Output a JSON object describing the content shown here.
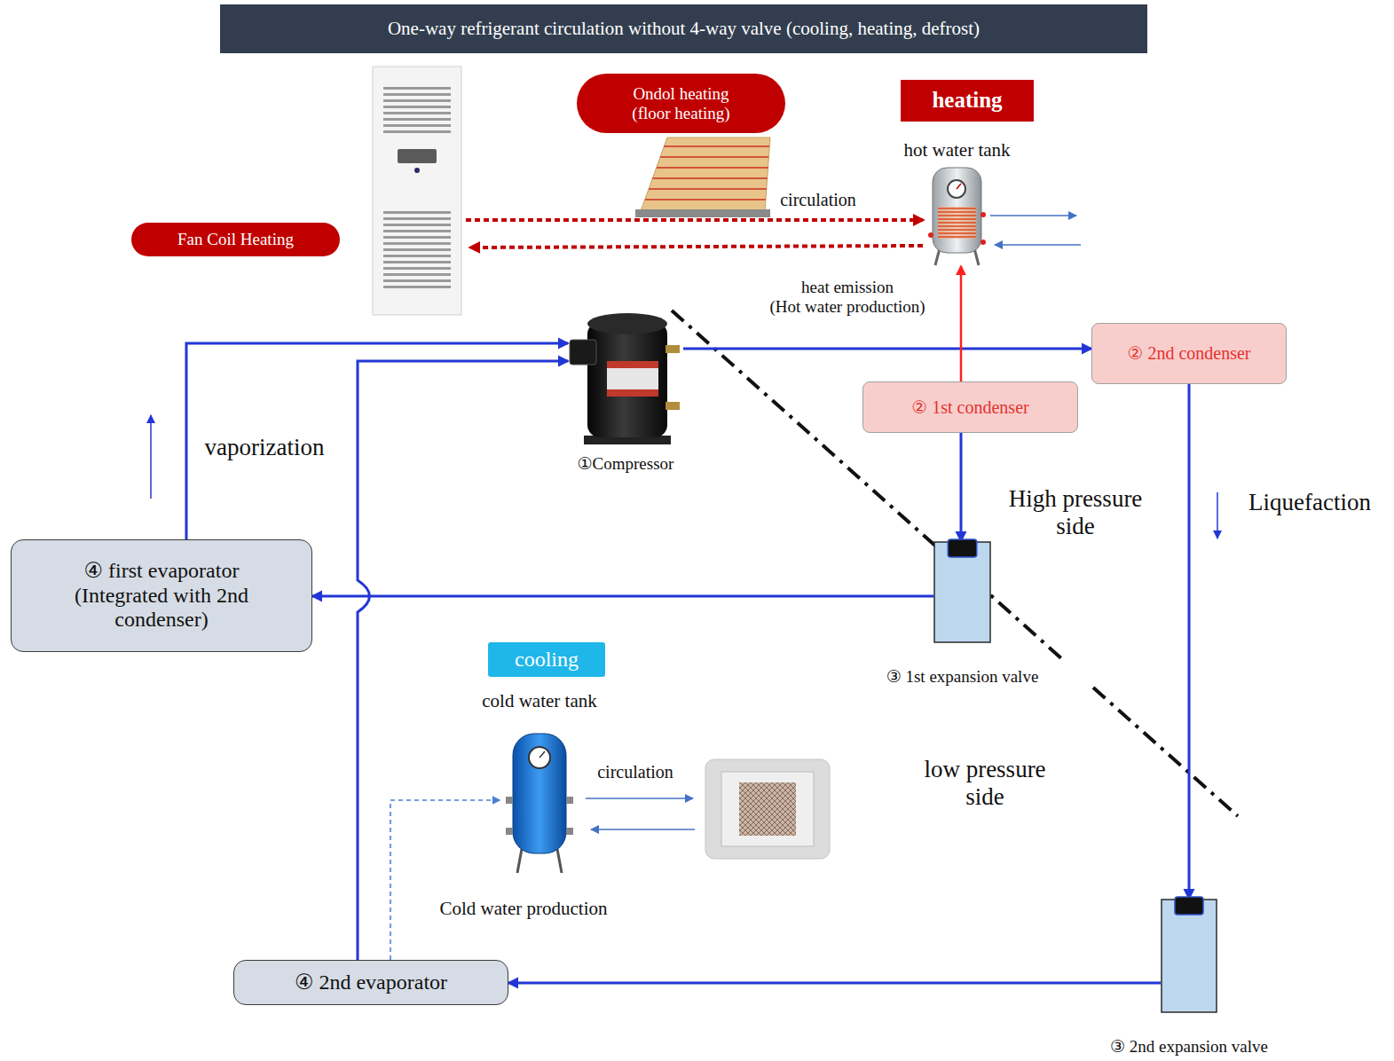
{
  "diagram": {
    "title": "One-way refrigerant circulation without 4-way valve (cooling, heating, defrost)",
    "nodes": [
      {
        "text": [
          "Ondol heating (floor heating)"
        ]
      },
      {
        "text": [
          "heating"
        ]
      },
      {
        "text": [
          "hot water tank"
        ]
      },
      {
        "text": [
          "Fan Coil Heating"
        ]
      },
      {
        "text": [
          "①Compressor"
        ]
      },
      {
        "text": [
          "② 2nd condenser"
        ]
      },
      {
        "text": [
          "② 1st condenser"
        ]
      },
      {
        "text": [
          "④ first evaporator (Integrated with 2nd condenser)"
        ]
      },
      {
        "text": [
          "③ 1st expansion valve"
        ]
      },
      {
        "text": [
          "cooling"
        ]
      },
      {
        "text": [
          "cold water tank"
        ]
      },
      {
        "text": [
          "④ 2nd evaporator"
        ]
      },
      {
        "text": [
          "③ 2nd expansion valve"
        ]
      }
    ],
    "edges": [
      {
        "from": 4,
        "to": 5,
        "arrow": "to"
      },
      {
        "from": 6,
        "to": 2,
        "arrow": "to"
      },
      {
        "from": 6,
        "to": 8,
        "arrow": "to"
      },
      {
        "from": 8,
        "to": 7,
        "arrow": "to"
      },
      {
        "from": 5,
        "to": 12,
        "arrow": "to"
      },
      {
        "from": 12,
        "to": 11,
        "arrow": "to"
      },
      {
        "from": 7,
        "to": 4,
        "arrow": "to"
      },
      {
        "from": 11,
        "to": 4,
        "arrow": "to"
      },
      {
        "from": 11,
        "to": 10,
        "arrow": "to"
      }
    ],
    "labels": [
      "circulation",
      "heat emission (Hot water production)",
      "vaporization",
      "High pressure side",
      "Liquefaction",
      "circulation",
      "low pressure side",
      "Cold water production"
    ]
  }
}
